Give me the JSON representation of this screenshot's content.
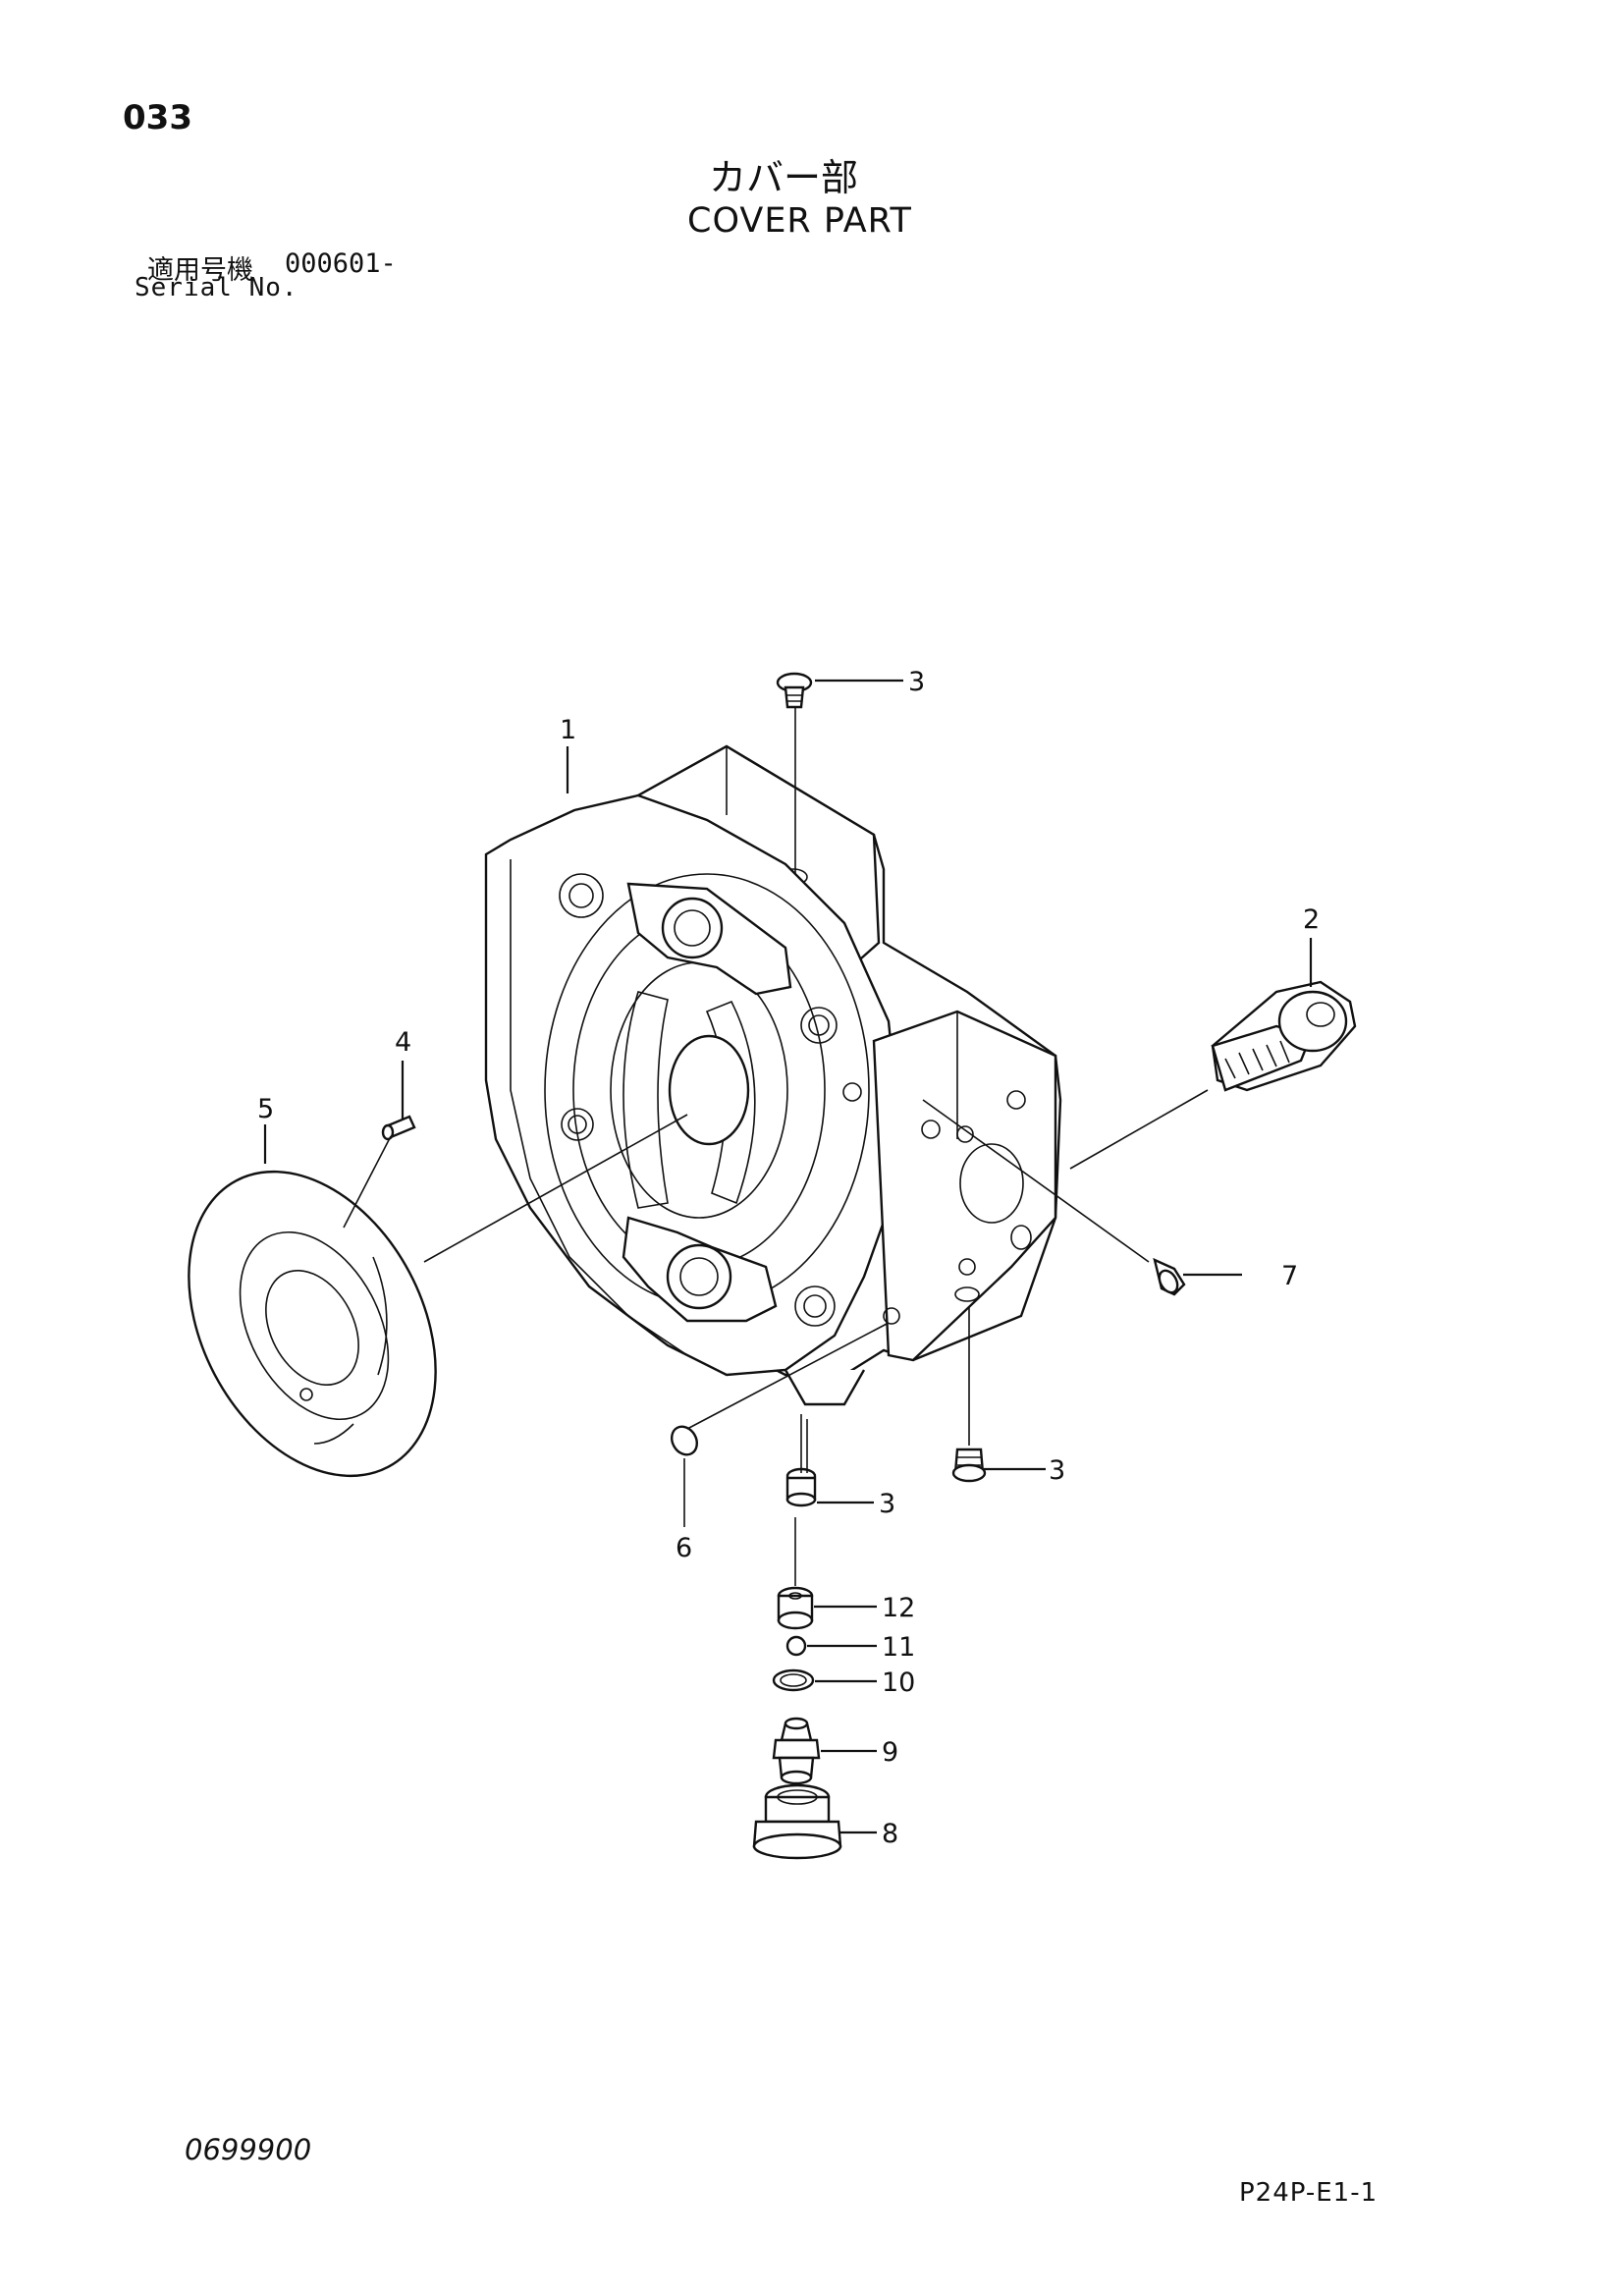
{
  "header": {
    "page_number": "033",
    "title_ja": "カバー部",
    "title_en": "COVER PART",
    "serial_label_ja": "適用号機",
    "serial_value": "000601-",
    "serial_label_en": "Serial No."
  },
  "footer": {
    "document_code": "0699900",
    "figure_code": "P24P-E1-1"
  },
  "callouts": {
    "c1": "1",
    "c2": "2",
    "c3_top": "3",
    "c3_right": "3",
    "c3_bottom": "3",
    "c4": "4",
    "c5": "5",
    "c6": "6",
    "c7": "7",
    "c8": "8",
    "c9": "9",
    "c10": "10",
    "c11": "11",
    "c12": "12"
  }
}
